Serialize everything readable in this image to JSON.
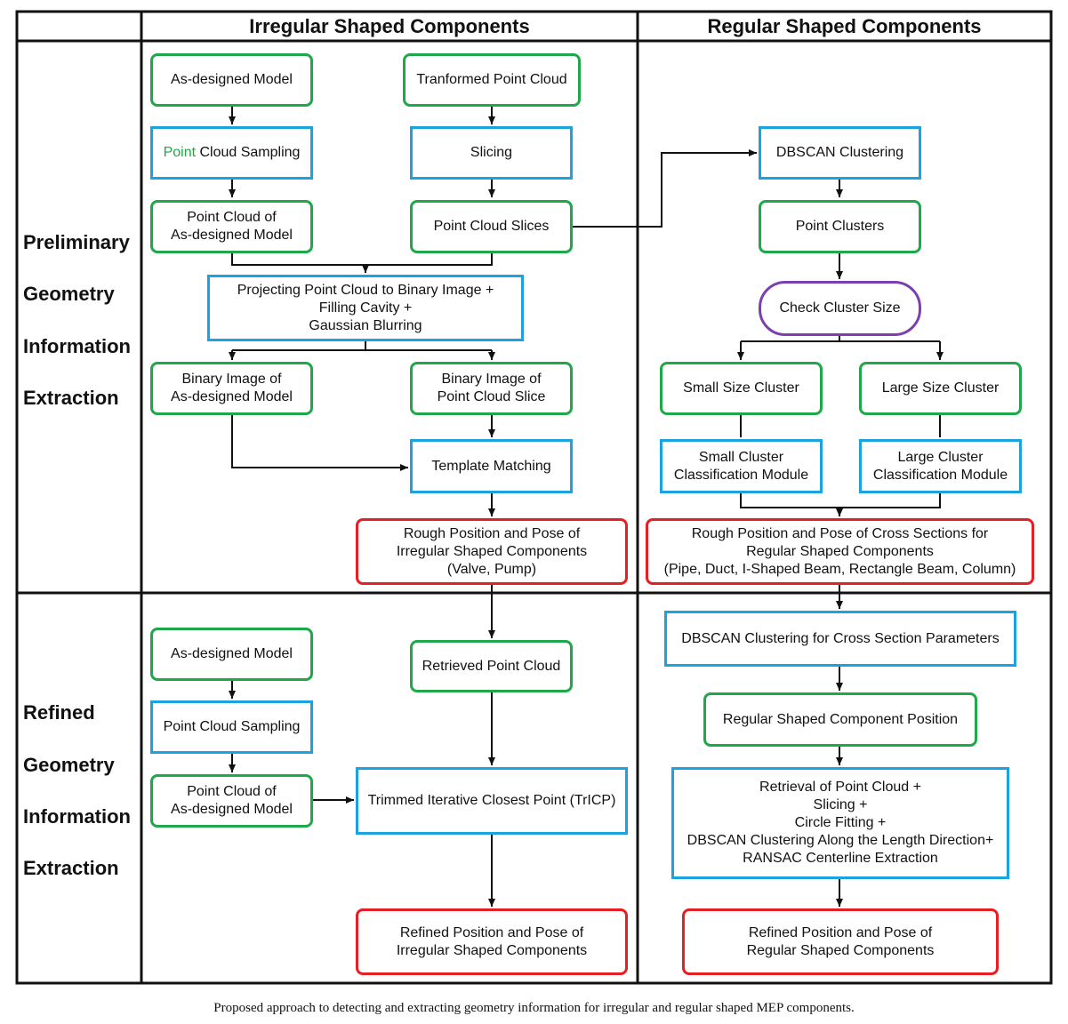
{
  "headers": {
    "irregular": "Irregular Shaped Components",
    "regular": "Regular Shaped Components"
  },
  "row_labels": {
    "preliminary": [
      "Preliminary",
      "Geometry",
      "Information",
      "Extraction"
    ],
    "refined": [
      "Refined",
      "Geometry",
      "Information",
      "Extraction"
    ]
  },
  "nodes": {
    "as_designed_model_1": "As-designed Model",
    "transformed_point_cloud": "Tranformed Point Cloud",
    "pcs_1_first": "Point",
    "pcs_1_rest": " Cloud Sampling",
    "slicing": "Slicing",
    "pc_of_model_1": "Point Cloud of\nAs-designed Model",
    "point_cloud_slices": "Point Cloud Slices",
    "projecting": "Projecting Point Cloud to Binary Image +\nFilling Cavity +\nGaussian Blurring",
    "binary_model": "Binary Image of\nAs-designed Model",
    "binary_slice": "Binary Image of\nPoint Cloud Slice",
    "template_matching": "Template Matching",
    "rough_irregular": "Rough Position and Pose of\nIrregular Shaped Components\n(Valve, Pump)",
    "dbscan": "DBSCAN Clustering",
    "point_clusters": "Point Clusters",
    "check_cluster_size": "Check Cluster Size",
    "small_size_cluster": "Small Size Cluster",
    "large_size_cluster": "Large Size Cluster",
    "small_cluster_module": "Small Cluster\nClassification Module",
    "large_cluster_module": "Large Cluster\nClassification Module",
    "rough_regular": "Rough Position and Pose of Cross Sections for\nRegular Shaped Components\n(Pipe, Duct, I-Shaped Beam, Rectangle Beam, Column)",
    "as_designed_model_2": "As-designed Model",
    "retrieved_point_cloud": "Retrieved Point Cloud",
    "pcs_2": "Point Cloud Sampling",
    "pc_of_model_2": "Point Cloud of\nAs-designed Model",
    "trimmed_icp": "Trimmed Iterative Closest Point (TrICP)",
    "refined_irregular": "Refined Position and Pose of\nIrregular Shaped Components",
    "dbscan_cross_section": "DBSCAN Clustering for Cross Section Parameters",
    "regular_position": "Regular Shaped Component Position",
    "retrieval_steps": "Retrieval of Point Cloud +\nSlicing +\nCircle Fitting +\nDBSCAN Clustering Along the Length Direction+\nRANSAC Centerline Extraction",
    "refined_regular": "Refined Position and Pose of\nRegular Shaped Components"
  },
  "caption": "Proposed approach to detecting and extracting geometry information for irregular and regular shaped MEP components.",
  "colors": {
    "start_end": "#1fa84a",
    "process": "#1aa3e0",
    "result": "#e81e25",
    "decision": "#7b3fb0"
  }
}
